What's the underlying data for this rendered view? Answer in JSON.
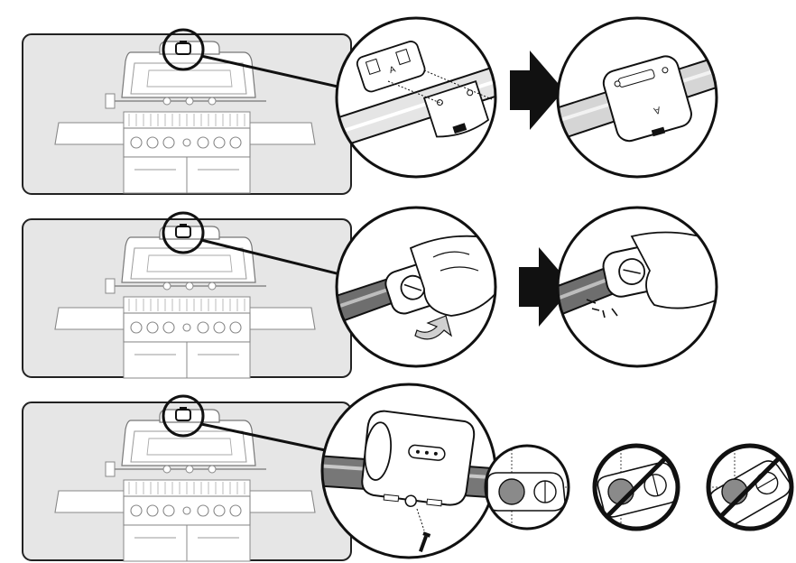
{
  "diagram": {
    "colors": {
      "panel_bg": "#e6e6e6",
      "line": "#1a1a1a",
      "pipe_light": "#d9d9d9",
      "pipe_dark": "#6e6e6e",
      "arrow": "#111111"
    },
    "steps": [
      {
        "id": "step-1",
        "overview": "grill-with-handle-bracket-highlight",
        "detail_action": "clip-halves-onto-handle-rail",
        "result": "assembled-bracket-on-rail",
        "part_letter": "A",
        "result_letter": "A"
      },
      {
        "id": "step-2",
        "overview": "grill-with-handle-bracket-highlight",
        "detail_action": "rotate-and-press-bracket",
        "result": "bracket-snapped-click"
      },
      {
        "id": "step-3",
        "overview": "grill-with-handle-bracket-highlight",
        "detail_action": "fasten-screw-underneath",
        "orientation_checks": [
          {
            "id": "correct",
            "crossed": false
          },
          {
            "id": "wrong-tilt",
            "crossed": true
          },
          {
            "id": "wrong-rotated",
            "crossed": true
          }
        ]
      }
    ],
    "icons": [
      "bracket-icon",
      "arrow-right-icon",
      "screw-icon",
      "rotate-arrow-icon",
      "hand-icon",
      "no-symbol-icon"
    ]
  }
}
